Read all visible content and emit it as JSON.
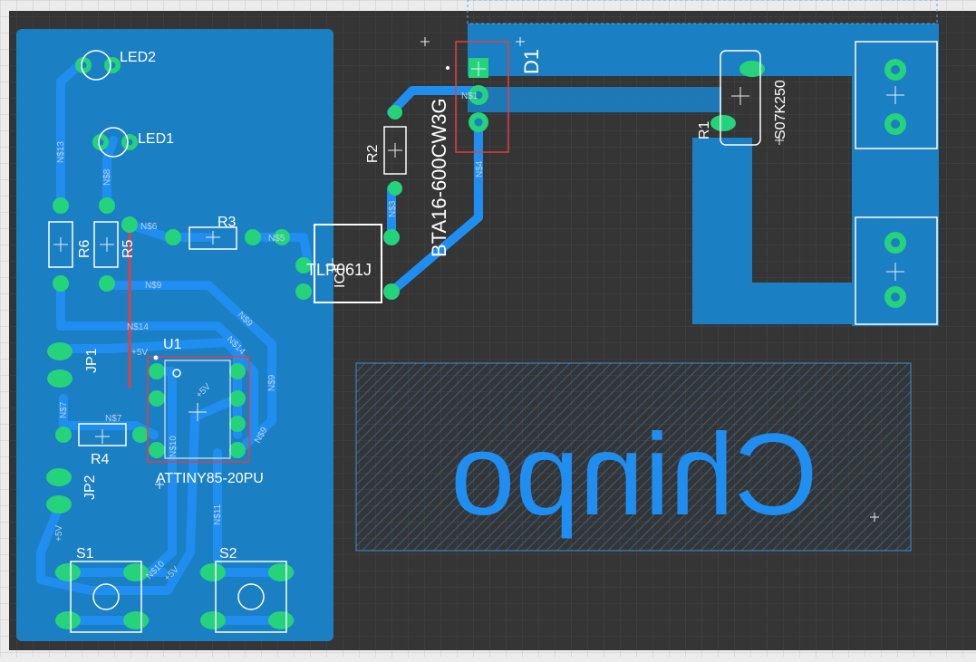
{
  "colors": {
    "background": "#ececec",
    "grid": "#c8c8c8",
    "board": "#353535",
    "copper": "#1b7fc4",
    "trace": "#1f8ef0",
    "pad": "#25d37a",
    "silk": "#ffffff",
    "airwire": "#e04040",
    "net_label": "#b8d4ee"
  },
  "components": {
    "led2": "LED2",
    "led1": "LED1",
    "r6": "R6",
    "r5": "R5",
    "r3": "R3",
    "r2": "R2",
    "r4": "R4",
    "r1": "R1",
    "ic1": "IC1",
    "ic1_part": "TLP061J",
    "d1": "D1",
    "d1_part": "BTA16-600CW3G",
    "varistor": "S07K250",
    "u1": "U1",
    "u1_part": "ATTINY85-20PU",
    "jp1": "JP1",
    "jp2": "JP2",
    "s1": "S1",
    "s2": "S2"
  },
  "nets": {
    "n13": "N$13",
    "n8": "N$8",
    "n6": "N$6",
    "n5": "N$5",
    "n9a": "N$9",
    "n9b": "N$9",
    "n9c": "N$9",
    "n14a": "N$14",
    "n14b": "N$14",
    "n7": "N$7",
    "n7b": "N$7",
    "n3": "N$3",
    "n4": "N$4",
    "n1": "N$1",
    "n10a": "N$10",
    "n10b": "N$10",
    "n11": "N$11",
    "n9d": "N$9",
    "vcc1": "+5V",
    "vcc2": "+5V",
    "vcc3": "+5V",
    "vcc4": "+5V"
  },
  "board_text": "Chinpo"
}
